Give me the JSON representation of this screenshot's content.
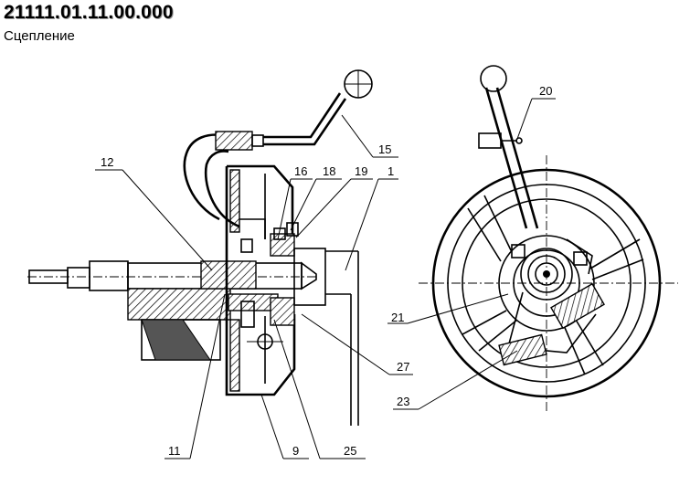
{
  "header": {
    "title": "21111.01.11.00.000",
    "subtitle": "Сцепление"
  },
  "callouts": {
    "c1": "1",
    "c9": "9",
    "c11": "11",
    "c12": "12",
    "c15": "15",
    "c16": "16",
    "c18": "18",
    "c19": "19",
    "c20": "20",
    "c21": "21",
    "c23": "23",
    "c25": "25",
    "c27": "27"
  }
}
